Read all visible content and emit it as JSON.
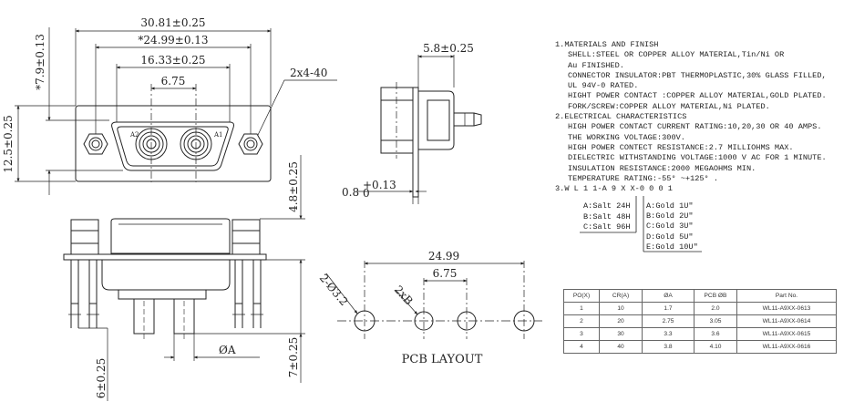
{
  "front_view": {
    "dim_overall": "30.81±0.25",
    "dim_mount": "*24.99±0.13",
    "dim_shell": "16.33±0.25",
    "dim_pitch": "6.75",
    "dim_hole": "2x4-40",
    "dim_height_outer": "12.5±0.25",
    "dim_height_inner": "*7.9±0.13",
    "contact_a2": "A2",
    "contact_a1": "A1"
  },
  "side_view": {
    "dim_depth": "5.8±0.25",
    "dim_flange": "0.8",
    "dim_flange_tol_plus": "+0.13",
    "dim_flange_tol_minus": "0"
  },
  "bottom_view": {
    "dim_standoff": "4.8±0.25",
    "dim_pin_len": "7±0.25",
    "dim_tail": "6±0.25",
    "pin_dia": "ØA"
  },
  "pcb_layout": {
    "title": "PCB LAYOUT",
    "dim_width": "24.99",
    "dim_pitch": "6.75",
    "dim_mount_hole": "2-Ø3.2",
    "dim_contact_hole": "2xB"
  },
  "notes": {
    "h1": "1.MATERIALS AND  FINISH",
    "l1": "SHELL:STEEL OR COPPER ALLOY MATERIAL,Tin/Ni OR",
    "l2": "Au FINISHED.",
    "l3": "CONNECTOR INSULATOR:PBT THERMOPLASTIC,30% GLASS FILLED,",
    "l4": "UL 94V-0 RATED.",
    "l5": "HIGHT POWER CONTACT :COPPER ALLOY MATERIAL,GOLD PLATED.",
    "l6": "FORK/SCREW:COPPER ALLOY MATERIAL,Ni PLATED.",
    "h2": "2.ELECTRICAL CHARACTERISTICS",
    "e1": "HIGH POWER CONTACT CURRENT RATING:10,20,30 OR 40 AMPS.",
    "e2": "THE WORKING VOLTAGE:300V.",
    "e3": "HIGH POWER CONTECT RESISTANCE:2.7 MILLIOHMS MAX.",
    "e4": "DIELECTRIC WITHSTANDING VOLTAGE:1000 V AC FOR 1 MINUTE.",
    "e5": "INSULATION RESISTANCE:2000 MEGAOHMS MIN.",
    "e6": "TEMPERATURE RATING:-55° ~+125° .",
    "h3": "3.W L 1 1-A 9 X X-0 0 0 1",
    "salt": [
      "A:Salt 24H",
      "B:Salt 48H",
      "C:Salt 96H"
    ],
    "gold": [
      "A:Gold 1U\"",
      "B:Gold 2U\"",
      "C:Gold 3U\"",
      "D:Gold 5U\"",
      "E:Gold 10U\""
    ]
  },
  "table": {
    "headers": [
      "PO(X)",
      "CR(A)",
      "ØA",
      "PCB ØB",
      "Part  No."
    ],
    "rows": [
      [
        "1",
        "10",
        "1.7",
        "2.0",
        "WL11-A9XX-0613"
      ],
      [
        "2",
        "20",
        "2.75",
        "3.05",
        "WL11-A9XX-0614"
      ],
      [
        "3",
        "30",
        "3.3",
        "3.6",
        "WL11-A9XX-0615"
      ],
      [
        "4",
        "40",
        "3.8",
        "4.10",
        "WL11-A9XX-0616"
      ]
    ]
  }
}
